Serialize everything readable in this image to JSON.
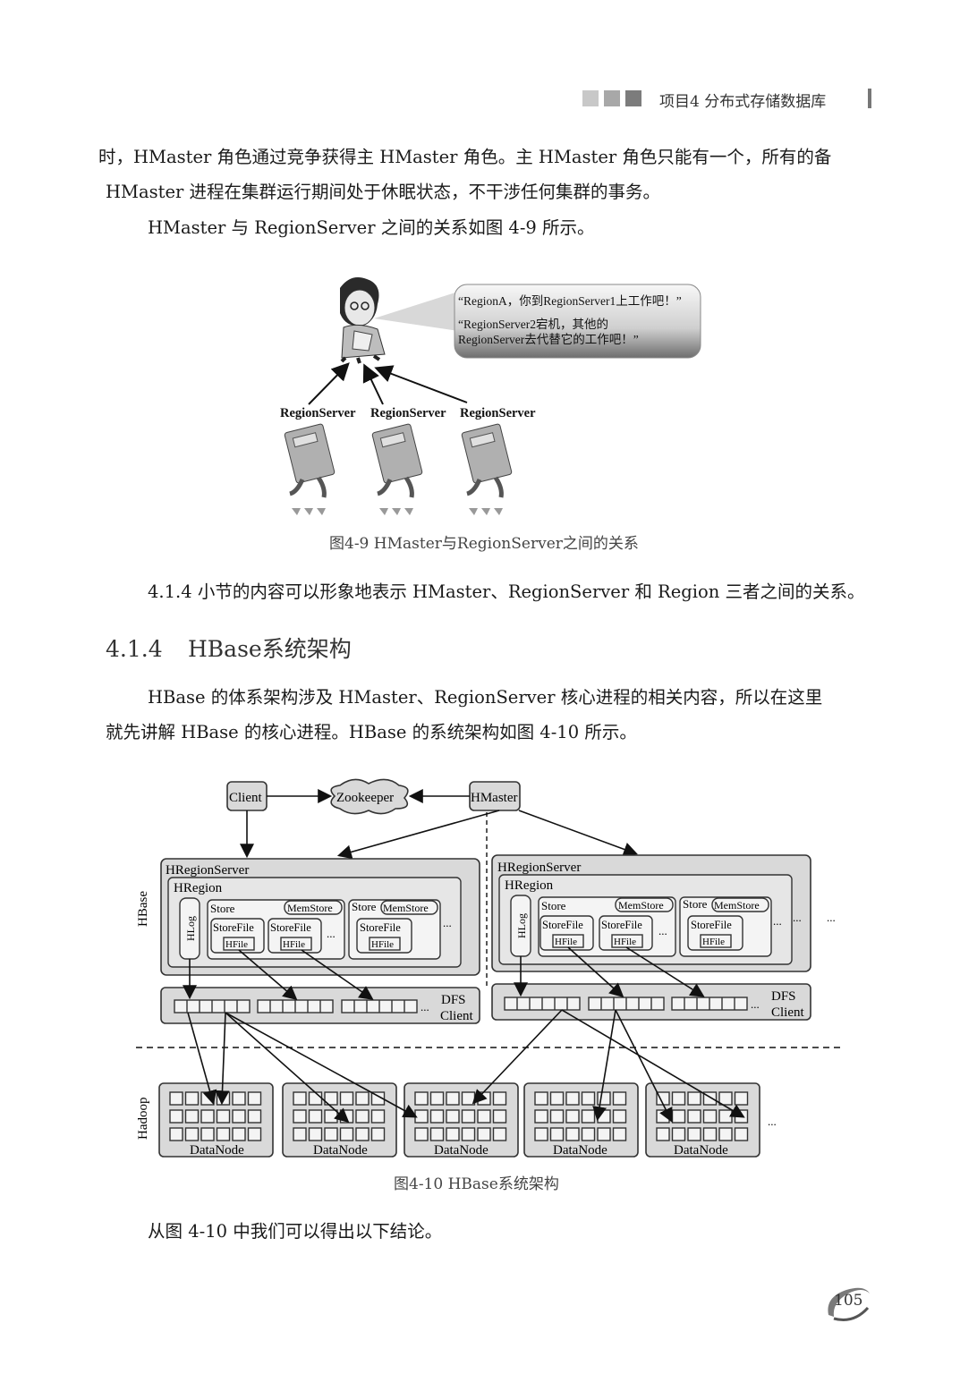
{
  "header": {
    "title": "项目4  分布式存储数据库"
  },
  "body": {
    "para1_line1": "时，HMaster 角色通过竞争获得主 HMaster 角色。主 HMaster 角色只能有一个，所有的备",
    "para1_line2": "HMaster 进程在集群运行期间处于休眠状态，不干涉任何集群的事务。",
    "para2": "HMaster 与 RegionServer 之间的关系如图 4-9 所示。",
    "para3": "4.1.4 小节的内容可以形象地表示 HMaster、RegionServer  和 Region  三者之间的关系。",
    "section_number": "4.1.4",
    "section_title": "HBase系统架构",
    "para4_line1": "HBase 的体系架构涉及 HMaster、RegionServer 核心进程的相关内容，所以在这里",
    "para4_line2": "就先讲解 HBase 的核心进程。HBase 的系统架构如图 4-10 所示。",
    "para5": "从图 4-10 中我们可以得出以下结论。"
  },
  "figure1": {
    "bubble_line1": "“RegionA，你到RegionServer1上工作吧！”",
    "bubble_line2": "“RegionServer2宕机，其他的",
    "bubble_line3": "RegionServer去代替它的工作吧！”",
    "server1": "RegionServer",
    "server2": "RegionServer",
    "server3": "RegionServer",
    "caption": "图4-9  HMaster与RegionServer之间的关系"
  },
  "figure2": {
    "client": "Client",
    "zookeeper": "Zookeeper",
    "hmaster": "HMaster",
    "hbase_label": "HBase",
    "hadoop_label": "Hadoop",
    "hregionserver": "HRegionServer",
    "hregion": "HRegion",
    "hlog": "HLog",
    "store": "Store",
    "memstore": "MemStore",
    "storefile": "StoreFile",
    "hfile": "HFile",
    "ellipsis": "...",
    "dfs": "DFS",
    "dfs_client": "Client",
    "datanode": "DataNode",
    "caption": "图4-10  HBase系统架构"
  },
  "page_number": "105"
}
